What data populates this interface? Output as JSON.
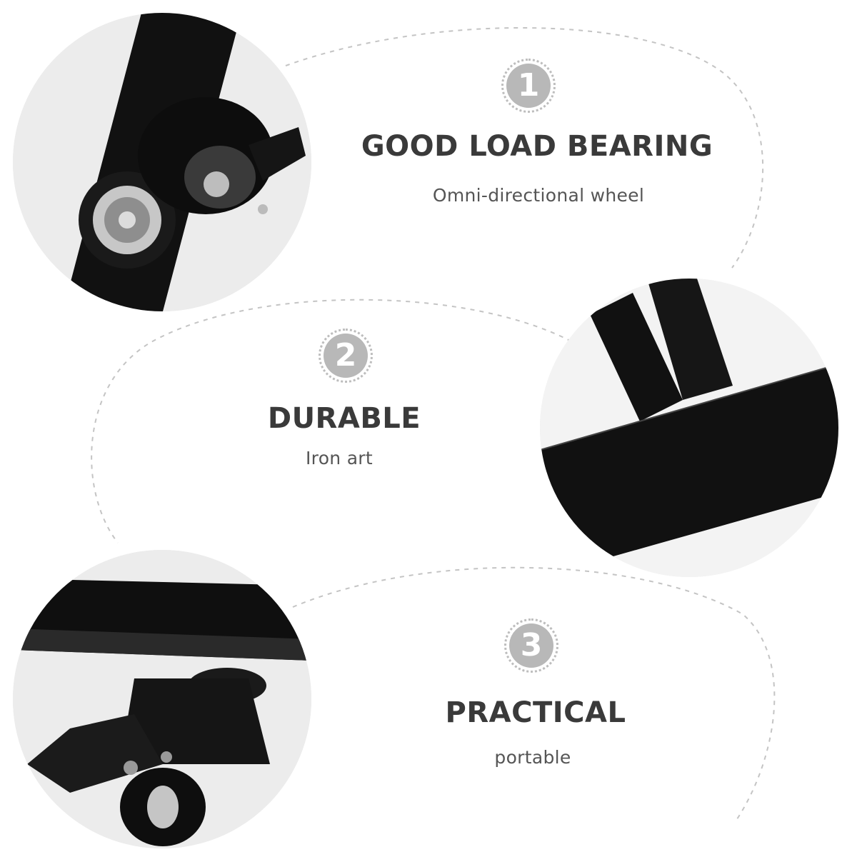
{
  "colors": {
    "background": "#ffffff",
    "heading": "#3a3a3a",
    "subtitle": "#555555",
    "badge": "#b8b8b8",
    "dash": "#c4c4c4"
  },
  "features": [
    {
      "number": "1",
      "title": "GOOD LOAD BEARING",
      "subtitle": "Omni-directional wheel",
      "image": "caster-wheel-photo"
    },
    {
      "number": "2",
      "title": "DURABLE",
      "subtitle": "Iron art",
      "image": "iron-frame-photo"
    },
    {
      "number": "3",
      "title": "PRACTICAL",
      "subtitle": "portable",
      "image": "locking-caster-photo"
    }
  ]
}
